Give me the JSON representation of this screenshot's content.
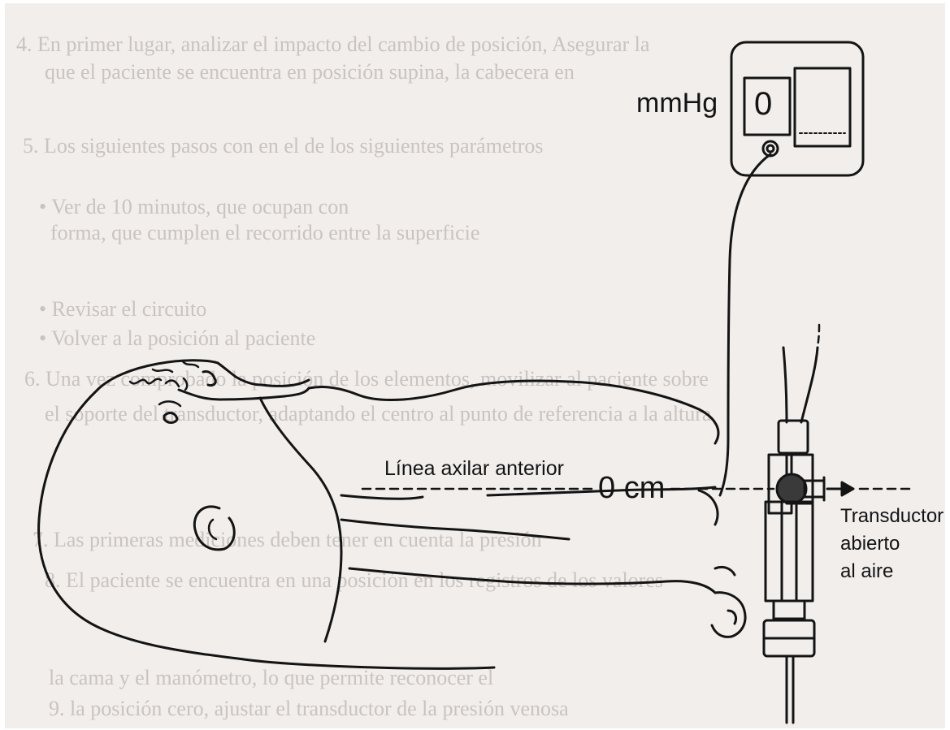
{
  "monitor": {
    "unit_label": "mmHg",
    "display_value": "0"
  },
  "reference_line": {
    "label": "Línea axilar anterior",
    "zero_label": "0 cm"
  },
  "transducer": {
    "label_lines": [
      "Transductor",
      "abierto",
      "al aire"
    ]
  },
  "bleed_through_text": [
    "4. En primer lugar, analizar el impacto del cambio de posición, Asegurar la",
    "que el paciente se encuentra en posición supina, la cabecera en",
    "5. Los siguientes pasos con en el de los siguientes parámetros",
    "• Ver de 10 minutos, que ocupan con",
    "forma, que cumplen el recorrido entre la superficie",
    "• Revisar el circuito",
    "• Volver a la posición al paciente",
    "6. Una vez comprobado la posición de los elementos, movilizar al paciente sobre",
    "el soporte del transductor, adaptando el centro al punto de referencia a la altura",
    "7. Las primeras mediciones deben tener en cuenta la presión",
    "8. El paciente se encuentra en una posición en los registros de los valores",
    "la cama y el manómetro, lo que permite reconocer el",
    "9. la posición cero, ajustar el transductor de la presión venosa"
  ],
  "colors": {
    "ink": "#141414",
    "paper": "#f1eeec",
    "bleed": "#c9c3c1"
  }
}
